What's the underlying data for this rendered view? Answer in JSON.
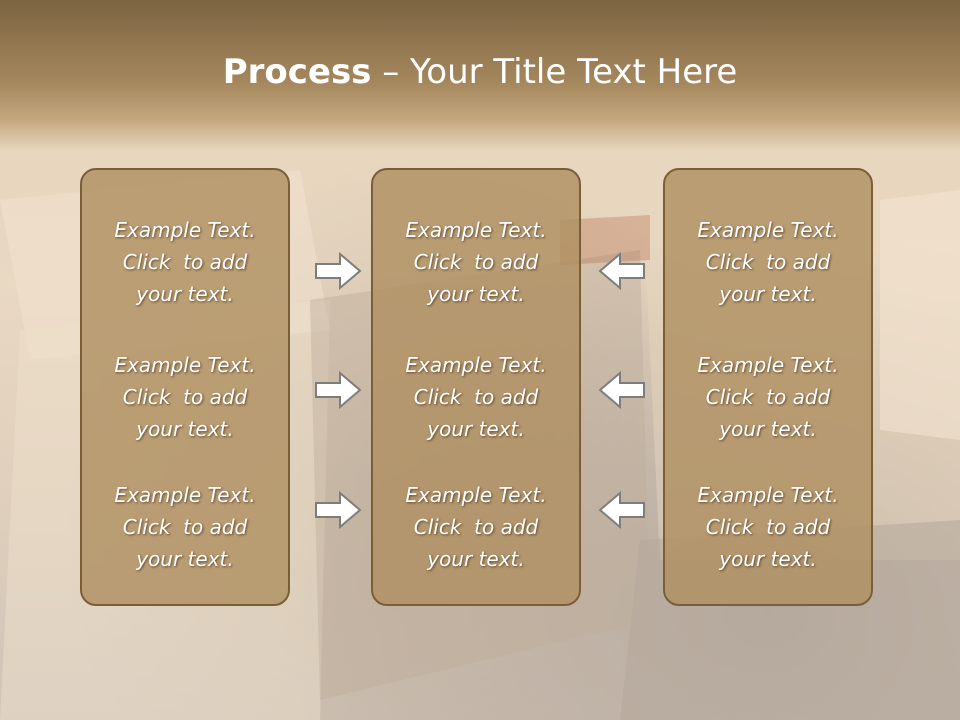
{
  "slide": {
    "title_bold": "Process",
    "title_rest": " – Your Title Text Here",
    "colors": {
      "header": "#8e7450",
      "panel": "#b09062",
      "panel_border": "#7a5e3a",
      "text": "#ffffff"
    }
  },
  "columns": [
    {
      "blocks": [
        {
          "line1": "Example Text.",
          "line2": "Click  to add",
          "line3": "your text."
        },
        {
          "line1": "Example Text.",
          "line2": "Click  to add",
          "line3": "your text."
        },
        {
          "line1": "Example Text.",
          "line2": "Click  to add",
          "line3": "your text."
        }
      ]
    },
    {
      "blocks": [
        {
          "line1": "Example Text.",
          "line2": "Click  to add",
          "line3": "your text."
        },
        {
          "line1": "Example Text.",
          "line2": "Click  to add",
          "line3": "your text."
        },
        {
          "line1": "Example Text.",
          "line2": "Click  to add",
          "line3": "your text."
        }
      ]
    },
    {
      "blocks": [
        {
          "line1": "Example Text.",
          "line2": "Click  to add",
          "line3": "your text."
        },
        {
          "line1": "Example Text.",
          "line2": "Click  to add",
          "line3": "your text."
        },
        {
          "line1": "Example Text.",
          "line2": "Click  to add",
          "line3": "your text."
        }
      ]
    }
  ],
  "arrows": {
    "left_group": "arrow-right-icon",
    "right_group": "arrow-left-icon"
  }
}
